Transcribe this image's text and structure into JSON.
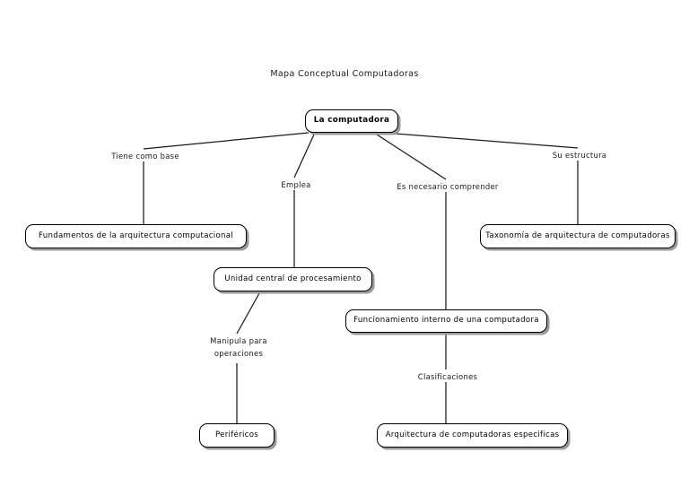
{
  "document": {
    "title": "Mapa Conceptual Computadoras",
    "background_color": "#ffffff",
    "node_border_color": "#000000",
    "node_shadow_color": "#9a9a9a",
    "text_color": "#000000",
    "connector_color": "#1a1a1a"
  },
  "nodes": [
    {
      "id": "root",
      "label": "La computadora"
    },
    {
      "id": "fundamentos",
      "label": "Fundamentos de la arquitectura computacional"
    },
    {
      "id": "taxonomia",
      "label": "Taxonomía de arquitectura de computadoras"
    },
    {
      "id": "cpu",
      "label": "Unidad central de procesamiento"
    },
    {
      "id": "funcionamiento",
      "label": "Funcionamiento interno de una computadora"
    },
    {
      "id": "perifericos",
      "label": "Periféricos"
    },
    {
      "id": "arquitectura",
      "label": "Arquitectura de computadoras especificas"
    }
  ],
  "link_labels": [
    {
      "id": "tiene-como-base",
      "text": "Tiene como base"
    },
    {
      "id": "emplea",
      "text": "Emplea"
    },
    {
      "id": "es-necesario-comprender",
      "text": "Es necesario comprender"
    },
    {
      "id": "su-estructura",
      "text": "Su estructura"
    },
    {
      "id": "manipula-para-line1",
      "text": "Manipula para"
    },
    {
      "id": "manipula-para-line2",
      "text": "operaciones"
    },
    {
      "id": "clasificaciones",
      "text": "Clasificaciones"
    }
  ],
  "edges": [
    {
      "from": "root",
      "label": "tiene-como-base",
      "to": "fundamentos"
    },
    {
      "from": "root",
      "label": "emplea",
      "to": "cpu"
    },
    {
      "from": "root",
      "label": "es-necesario-comprender",
      "to": "funcionamiento"
    },
    {
      "from": "root",
      "label": "su-estructura",
      "to": "taxonomia"
    },
    {
      "from": "cpu",
      "label": "manipula-para-operaciones",
      "to": "perifericos"
    },
    {
      "from": "funcionamiento",
      "label": "clasificaciones",
      "to": "arquitectura"
    }
  ]
}
